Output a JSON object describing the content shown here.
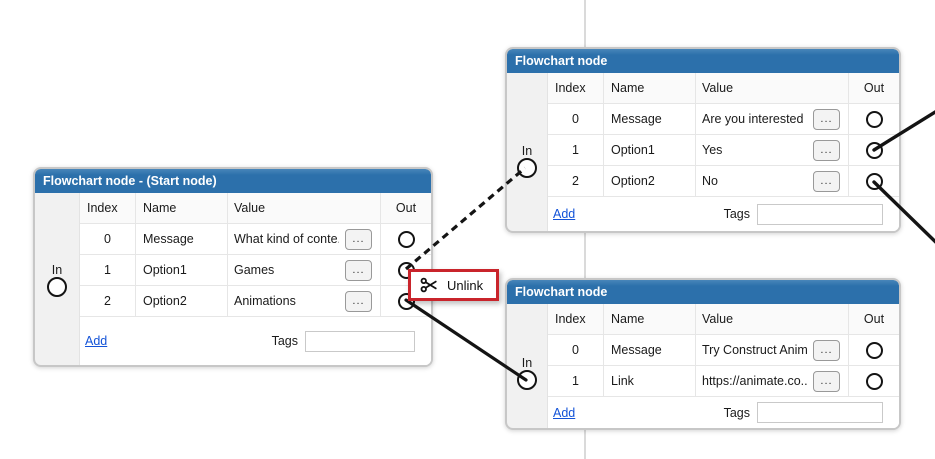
{
  "ui": {
    "ellipsis_button": "...",
    "tooltip": {
      "label": "Unlink"
    }
  },
  "nodes": [
    {
      "title": "Flowchart node - (Start node)",
      "in_label": "In",
      "columns": [
        "Index",
        "Name",
        "Value",
        "Out"
      ],
      "rows": [
        {
          "index": "0",
          "name": "Message",
          "value": "What kind of conte..."
        },
        {
          "index": "1",
          "name": "Option1",
          "value": "Games"
        },
        {
          "index": "2",
          "name": "Option2",
          "value": "Animations"
        }
      ],
      "add_label": "Add",
      "tags_label": "Tags",
      "tags_value": ""
    },
    {
      "title": "Flowchart node",
      "in_label": "In",
      "columns": [
        "Index",
        "Name",
        "Value",
        "Out"
      ],
      "rows": [
        {
          "index": "0",
          "name": "Message",
          "value": "Are you interested ..."
        },
        {
          "index": "1",
          "name": "Option1",
          "value": "Yes"
        },
        {
          "index": "2",
          "name": "Option2",
          "value": "No"
        }
      ],
      "add_label": "Add",
      "tags_label": "Tags",
      "tags_value": ""
    },
    {
      "title": "Flowchart node",
      "in_label": "In",
      "columns": [
        "Index",
        "Name",
        "Value",
        "Out"
      ],
      "rows": [
        {
          "index": "0",
          "name": "Message",
          "value": "Try Construct Anim..."
        },
        {
          "index": "1",
          "name": "Link",
          "value": "https://animate.co..."
        }
      ],
      "add_label": "Add",
      "tags_label": "Tags",
      "tags_value": ""
    }
  ],
  "connections": [
    {
      "from": "start-node out Option1",
      "to": "question-node in",
      "style": "dashed",
      "state": "unlink-pending"
    },
    {
      "from": "start-node out Option2",
      "to": "link-node in",
      "style": "solid"
    },
    {
      "from": "question-node out Option1",
      "to": "offscreen-right",
      "style": "solid"
    },
    {
      "from": "question-node out Option2",
      "to": "offscreen-right",
      "style": "solid"
    }
  ],
  "colors": {
    "titlebar_blue": "#2c70ab",
    "node_border_gray": "#c7c7c7",
    "node_body_gray": "#f1f1f1",
    "wire_black": "#141414",
    "link_blue": "#1353d8",
    "tooltip_border_red": "#c9242b"
  }
}
